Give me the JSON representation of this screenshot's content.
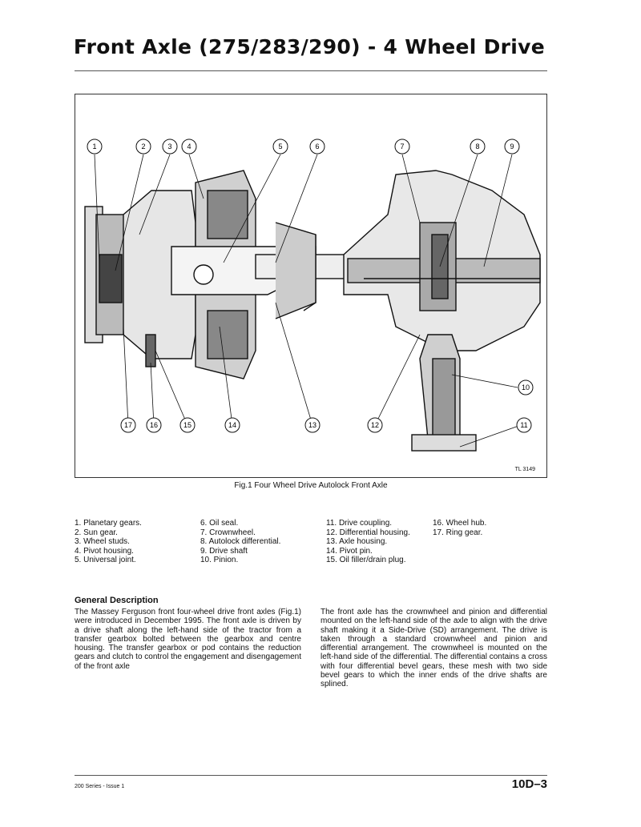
{
  "header": {
    "title": "Front Axle (275/283/290) - 4 Wheel Drive"
  },
  "figure": {
    "code": "TL 3149",
    "caption": "Fig.1 Four Wheel Drive Autolock Front Axle",
    "callouts": [
      "1",
      "2",
      "3",
      "4",
      "5",
      "6",
      "7",
      "8",
      "9",
      "10",
      "11",
      "12",
      "13",
      "14",
      "15",
      "16",
      "17"
    ]
  },
  "legend": {
    "col1": [
      "1. Planetary gears.",
      "2. Sun gear.",
      "3. Wheel studs.",
      "4. Pivot housing.",
      "5. Universal joint."
    ],
    "col2": [
      "6. Oil seal.",
      "7. Crownwheel.",
      "8. Autolock differential.",
      "9. Drive shaft",
      "10. Pinion."
    ],
    "col3": [
      "11. Drive coupling.",
      "12. Differential housing.",
      "13. Axle housing.",
      "14. Pivot pin.",
      "15. Oil filler/drain plug."
    ],
    "col4": [
      "16. Wheel hub.",
      "17. Ring gear."
    ]
  },
  "section": {
    "heading": "General Description",
    "para1": "The Massey Ferguson front four-wheel drive front axles (Fig.1) were introduced in December 1995. The front axle is driven by a drive shaft along the left-hand side of the tractor from a transfer gearbox bolted between the gearbox and centre housing. The transfer gearbox or pod contains the reduction gears and clutch to control the engagement and disengagement of the front axle",
    "para2": "The front axle has the crownwheel and pinion and differential mounted on the left-hand side of the axle to align with the drive shaft making it a Side-Drive (SD) arrangement. The drive is taken through a standard crownwheel and pinion and differential arrangement. The crownwheel is mounted on the left-hand side of the differential. The differential contains a cross with four differential bevel gears, these mesh with two side bevel gears to which the inner ends of the drive shafts are splined."
  },
  "footer": {
    "left": "200 Series - Issue 1",
    "right": "10D–3"
  }
}
